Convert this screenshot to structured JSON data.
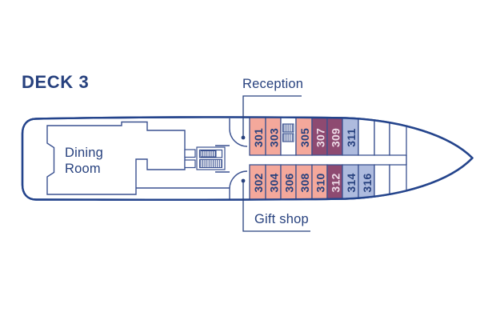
{
  "title": "DECK 3",
  "deck_plan": {
    "labels": {
      "dining_room": [
        "Dining",
        "Room"
      ],
      "reception": "Reception",
      "gift_shop": "Gift shop"
    },
    "colors": {
      "hull_line": "#24448c",
      "wall_line": "#3a5190",
      "label_text": "#27417e",
      "salmon": "#f4a89b",
      "plum": "#8e4a71",
      "periwinkle": "#aebbde",
      "white": "#ffffff",
      "number_text": "#27417e",
      "number_text_on_plum": "#eedce8"
    },
    "cabins": {
      "top_row": [
        {
          "number": "301",
          "color": "salmon"
        },
        {
          "number": "303",
          "color": "salmon"
        },
        {
          "color": "white",
          "feature": "stairs"
        },
        {
          "number": "305",
          "color": "salmon"
        },
        {
          "number": "307",
          "color": "plum"
        },
        {
          "number": "309",
          "color": "plum"
        },
        {
          "number": "311",
          "color": "periwinkle"
        },
        {
          "color": "white"
        },
        {
          "color": "white"
        },
        {
          "color": "white"
        }
      ],
      "bottom_row": [
        {
          "number": "302",
          "color": "salmon"
        },
        {
          "number": "304",
          "color": "salmon"
        },
        {
          "number": "306",
          "color": "salmon"
        },
        {
          "number": "308",
          "color": "salmon"
        },
        {
          "number": "310",
          "color": "salmon"
        },
        {
          "number": "312",
          "color": "plum"
        },
        {
          "number": "314",
          "color": "periwinkle"
        },
        {
          "number": "316",
          "color": "periwinkle"
        },
        {
          "color": "white"
        },
        {
          "color": "white"
        }
      ]
    }
  }
}
